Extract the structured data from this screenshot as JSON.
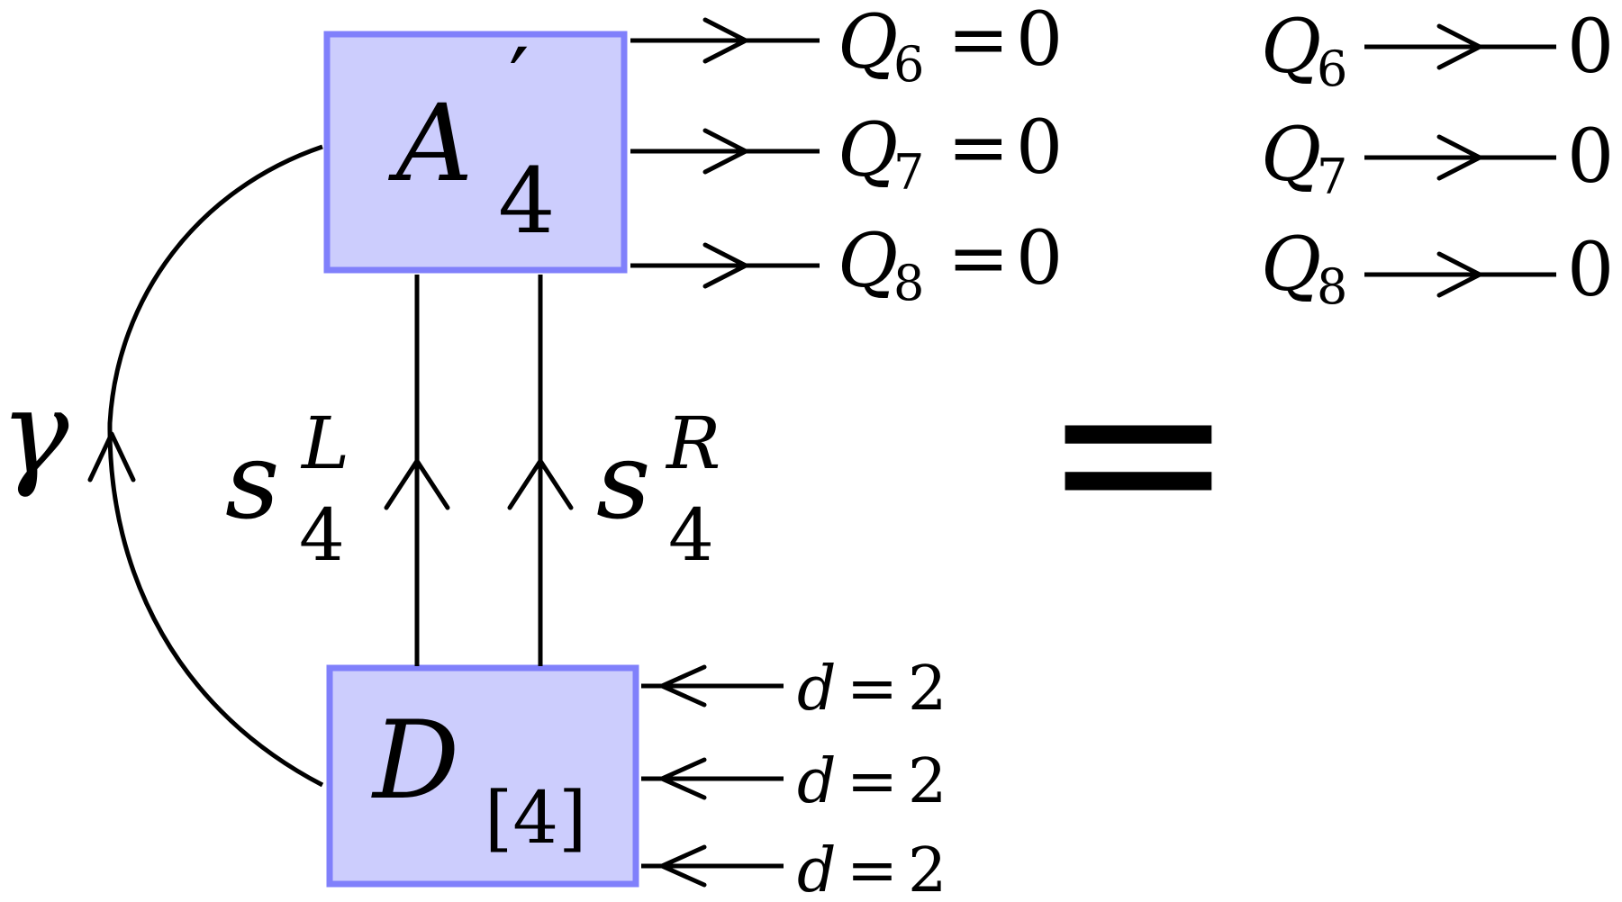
{
  "diagram": {
    "top_box": {
      "letter": "A",
      "prime": "′",
      "subscript": "4"
    },
    "bottom_box": {
      "letter": "D",
      "subscript": "[4]"
    },
    "left_arc": {
      "label": "γ"
    },
    "left_wire": {
      "base": "s",
      "superscript": "L",
      "subscript": "4"
    },
    "right_wire": {
      "base": "s",
      "superscript": "R",
      "subscript": "4"
    },
    "outputs": [
      {
        "base": "Q",
        "subscript": "6",
        "relation": "=",
        "value": "0"
      },
      {
        "base": "Q",
        "subscript": "7",
        "relation": "=",
        "value": "0"
      },
      {
        "base": "Q",
        "subscript": "8",
        "relation": "=",
        "value": "0"
      }
    ],
    "inputs": [
      {
        "var": "d",
        "relation": "=",
        "value": "2"
      },
      {
        "var": "d",
        "relation": "=",
        "value": "2"
      },
      {
        "var": "d",
        "relation": "=",
        "value": "2"
      }
    ],
    "equals_sign": "=",
    "result": [
      {
        "base": "Q",
        "subscript": "6",
        "value": "0"
      },
      {
        "base": "Q",
        "subscript": "7",
        "value": "0"
      },
      {
        "base": "Q",
        "subscript": "8",
        "value": "0"
      }
    ],
    "colors": {
      "box_fill": "#cccdfd",
      "box_border": "#8080fb",
      "ink": "#000000"
    }
  }
}
